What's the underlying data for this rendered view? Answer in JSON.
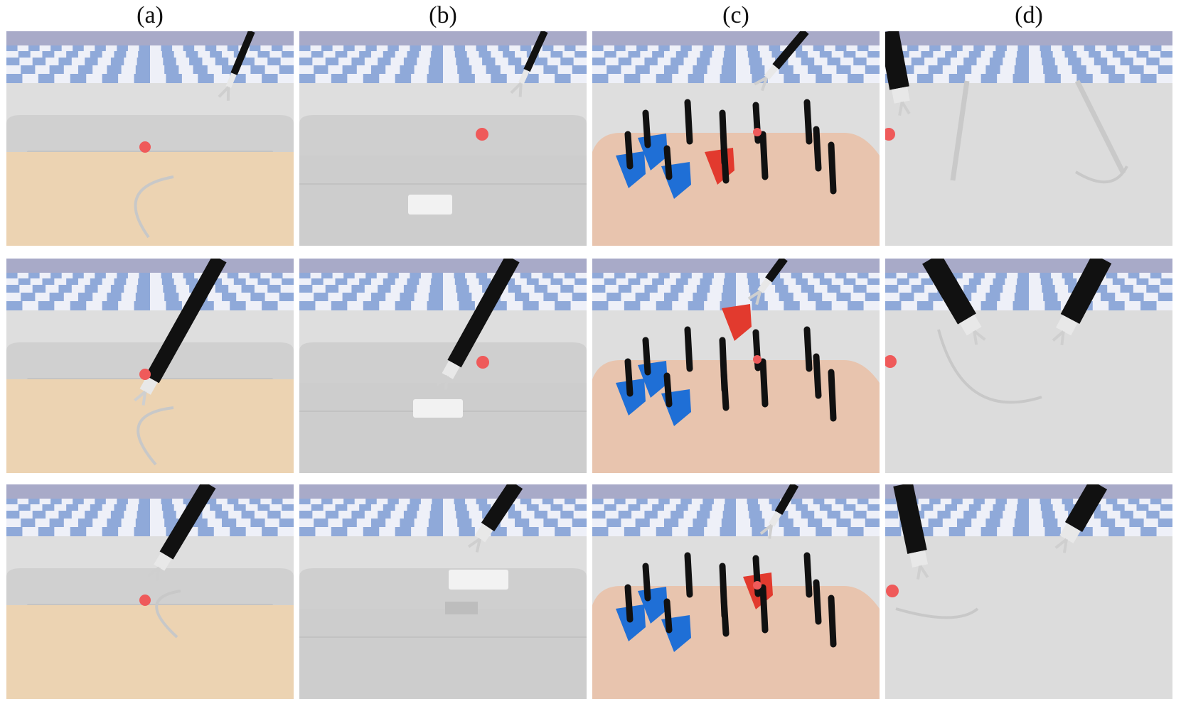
{
  "columns": [
    {
      "label": "(a)",
      "scene": "needle-pick"
    },
    {
      "label": "(b)",
      "scene": "gauze-retrieve"
    },
    {
      "label": "(c)",
      "scene": "peg-transfer"
    },
    {
      "label": "(d)",
      "scene": "bimanual-needle"
    }
  ],
  "rows": 3,
  "colors": {
    "sky": "#a8aac8",
    "check_blue": "#8fa9d9",
    "check_white": "#eef0f8",
    "wall": "#dedede",
    "tray_rim": "#d0d0d0",
    "tissue_tan": "#ecd3b2",
    "board_pink": "#e8c4ae",
    "cube_blue": "#1f6fd6",
    "cube_red": "#e23a2e",
    "target_red": "#ef5a5a",
    "instrument_black": "#111111",
    "gripper_white": "#e8e8e8",
    "floor_grey": "#dcdcdc"
  }
}
